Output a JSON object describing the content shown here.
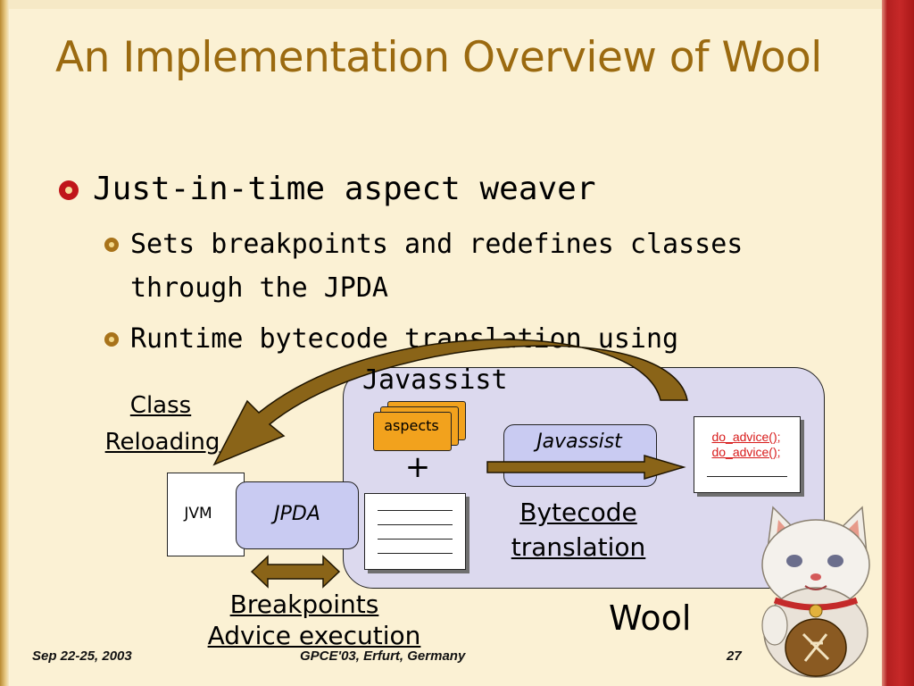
{
  "title": "An Implementation Overview of Wool",
  "bullets": {
    "level1": "Just-in-time aspect weaver",
    "level2": [
      {
        "line1": "Sets breakpoints and redefines classes",
        "line2": "through the JPDA"
      },
      {
        "line1": "Runtime bytecode translation using",
        "line2": "Javassist"
      }
    ]
  },
  "diagram": {
    "class_reloading": [
      "Class",
      "Reloading"
    ],
    "jvm": "JVM",
    "jpda": "JPDA",
    "aspects": "aspects",
    "plus": "+",
    "javassist": "Javassist",
    "advice_lines": [
      "do_advice();",
      "do_advice();"
    ],
    "bytecode_translation": [
      "Bytecode",
      "translation"
    ],
    "breakpoints": "Breakpoints",
    "advice_execution": "Advice execution",
    "wool": "Wool"
  },
  "footer": {
    "date": "Sep 22-25, 2003",
    "venue": "GPCE'03, Erfurt, Germany",
    "page": "27"
  },
  "colors": {
    "title": "#9b6a10",
    "wool_box": "#dcd9ee",
    "jpda_box": "#c9cbf2",
    "aspects_card": "#f2a21d",
    "arrow": "#8a6418",
    "advice_text": "#d81b1b"
  }
}
